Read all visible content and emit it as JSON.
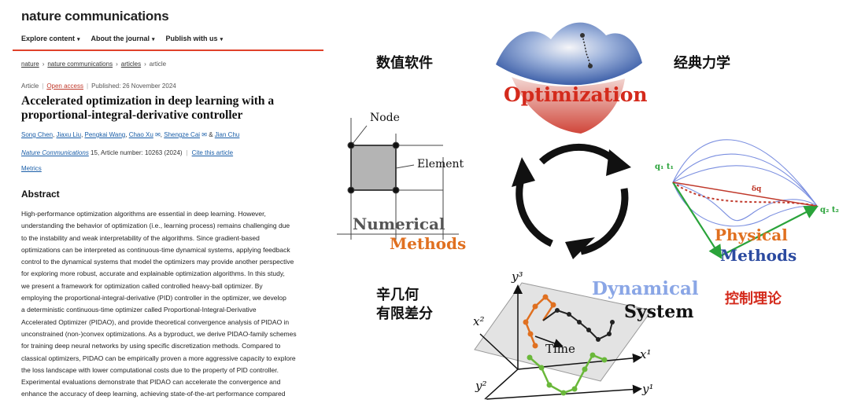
{
  "article": {
    "brand": "nature communications",
    "nav": [
      "Explore content",
      "About the journal",
      "Publish with us"
    ],
    "breadcrumbs": [
      "nature",
      "nature communications",
      "articles",
      "article"
    ],
    "meta": {
      "type": "Article",
      "access": "Open access",
      "published": "Published: 26 November 2024"
    },
    "title": "Accelerated optimization in deep learning with a proportional-integral-derivative controller",
    "authors": [
      "Song Chen",
      "Jiaxu Liu",
      "Pengkai Wang",
      "Chao Xu",
      "Shengze Cai",
      "Jian Chu"
    ],
    "journal": {
      "name": "Nature Communications",
      "details": "15, Article number: 10263 (2024)",
      "cite": "Cite this article"
    },
    "metrics": "Metrics",
    "abstract_heading": "Abstract",
    "abstract_lines": [
      "High-performance optimization algorithms are essential in deep learning. However,",
      "understanding the behavior of optimization (i.e., learning process) remains challenging due",
      "to the instability and weak interpretability of the algorithms. Since gradient-based",
      "optimizations can be interpreted as continuous-time dynamical systems, applying feedback",
      "control to the dynamical systems that model the optimizers may provide another perspective",
      "for exploring more robust, accurate and explainable optimization algorithms. In this study,",
      "we present a framework for optimization called controlled heavy-ball optimizer. By",
      "employing the proportional-integral-derivative (PID) controller in the optimizer, we develop",
      "a deterministic continuous-time optimizer called Proportional-Integral-Derivative",
      "Accelerated Optimizer (PIDAO), and provide theoretical convergence analysis of PIDAO in",
      "unconstrained (non-)convex optimizations. As a byproduct, we derive PIDAO-family schemes",
      "for training deep neural networks by using specific discretization methods. Compared to",
      "classical optimizers, PIDAO can be empirically proven a more aggressive capacity to explore",
      "the loss landscape with lower computational costs due to the property of PID controller.",
      "Experimental evaluations demonstrate that PIDAO can accelerate the convergence and",
      "enhance the accuracy of deep learning, achieving state-of-the-art performance compared"
    ]
  },
  "diagram": {
    "cn_labels": {
      "numerical_software": "数值软件",
      "classical_mechanics": "经典力学",
      "finite_difference": [
        "辛几何",
        "有限差分"
      ],
      "control_theory": "控制理论"
    },
    "optimization": "Optimization",
    "numerical_methods": [
      "Numerical",
      "Methods"
    ],
    "physical_methods": [
      "Physical",
      "Methods"
    ],
    "dynamical_system": [
      "Dynamical",
      "System"
    ],
    "mesh_labels": {
      "node": "Node",
      "element": "Element"
    },
    "physics_labels": {
      "q1": "q₁  t₁",
      "q2": "q₂  t₂",
      "dq": "δq"
    },
    "axes_labels": {
      "y3": "y³",
      "x2": "x²",
      "x1": "x¹",
      "y2": "y²",
      "y1": "y¹",
      "time": "Time"
    },
    "colors": {
      "red": "#d42a1c",
      "orange": "#e07020",
      "blue": "#2b4aa0",
      "lightblue": "#8aa6e6",
      "green": "#2aa33a"
    }
  }
}
